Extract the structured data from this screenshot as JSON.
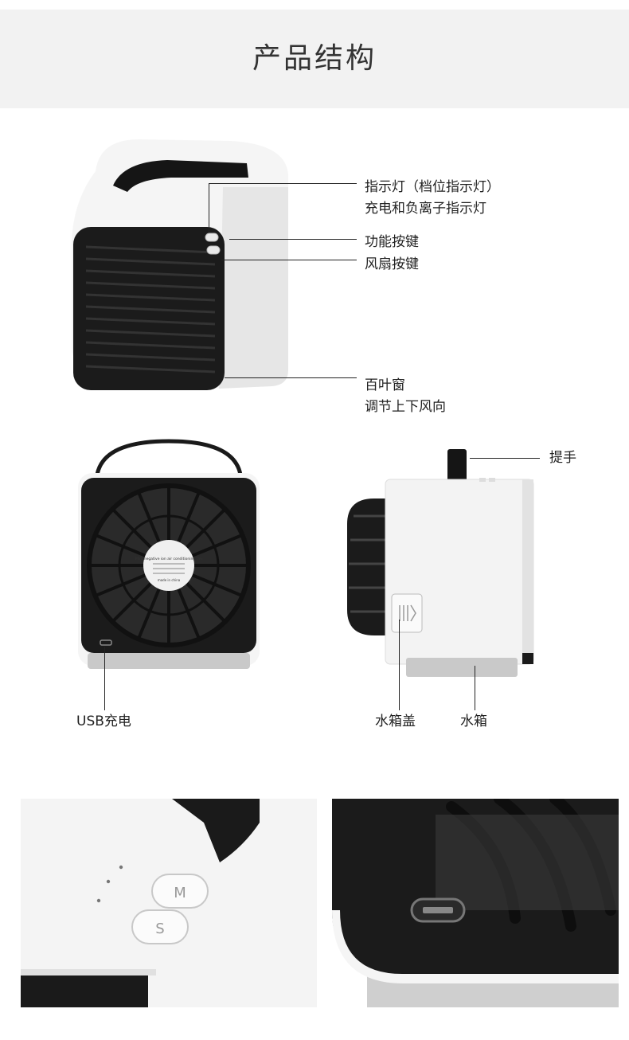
{
  "header": {
    "title": "产品结构"
  },
  "labels": {
    "indicator_line1": "指示灯（档位指示灯）",
    "indicator_line2": "充电和负离子指示灯",
    "function_key": "功能按键",
    "fan_key": "风扇按键",
    "louver_line1": "百叶窗",
    "louver_line2": "调节上下风向",
    "handle": "提手",
    "usb_charging": "USB充电",
    "tank_lid": "水箱盖",
    "tank": "水箱"
  },
  "product": {
    "fan_sticker_text": "Mini negative ion air conditioning fan",
    "sticker_made_in": "made in china",
    "button_m_glyph": "M",
    "button_s_glyph": "S"
  },
  "colors": {
    "banner_bg": "#f2f2f2",
    "body_white": "#f5f5f5",
    "panel_black": "#1b1b1b",
    "base_gray": "#c9c9c9"
  }
}
